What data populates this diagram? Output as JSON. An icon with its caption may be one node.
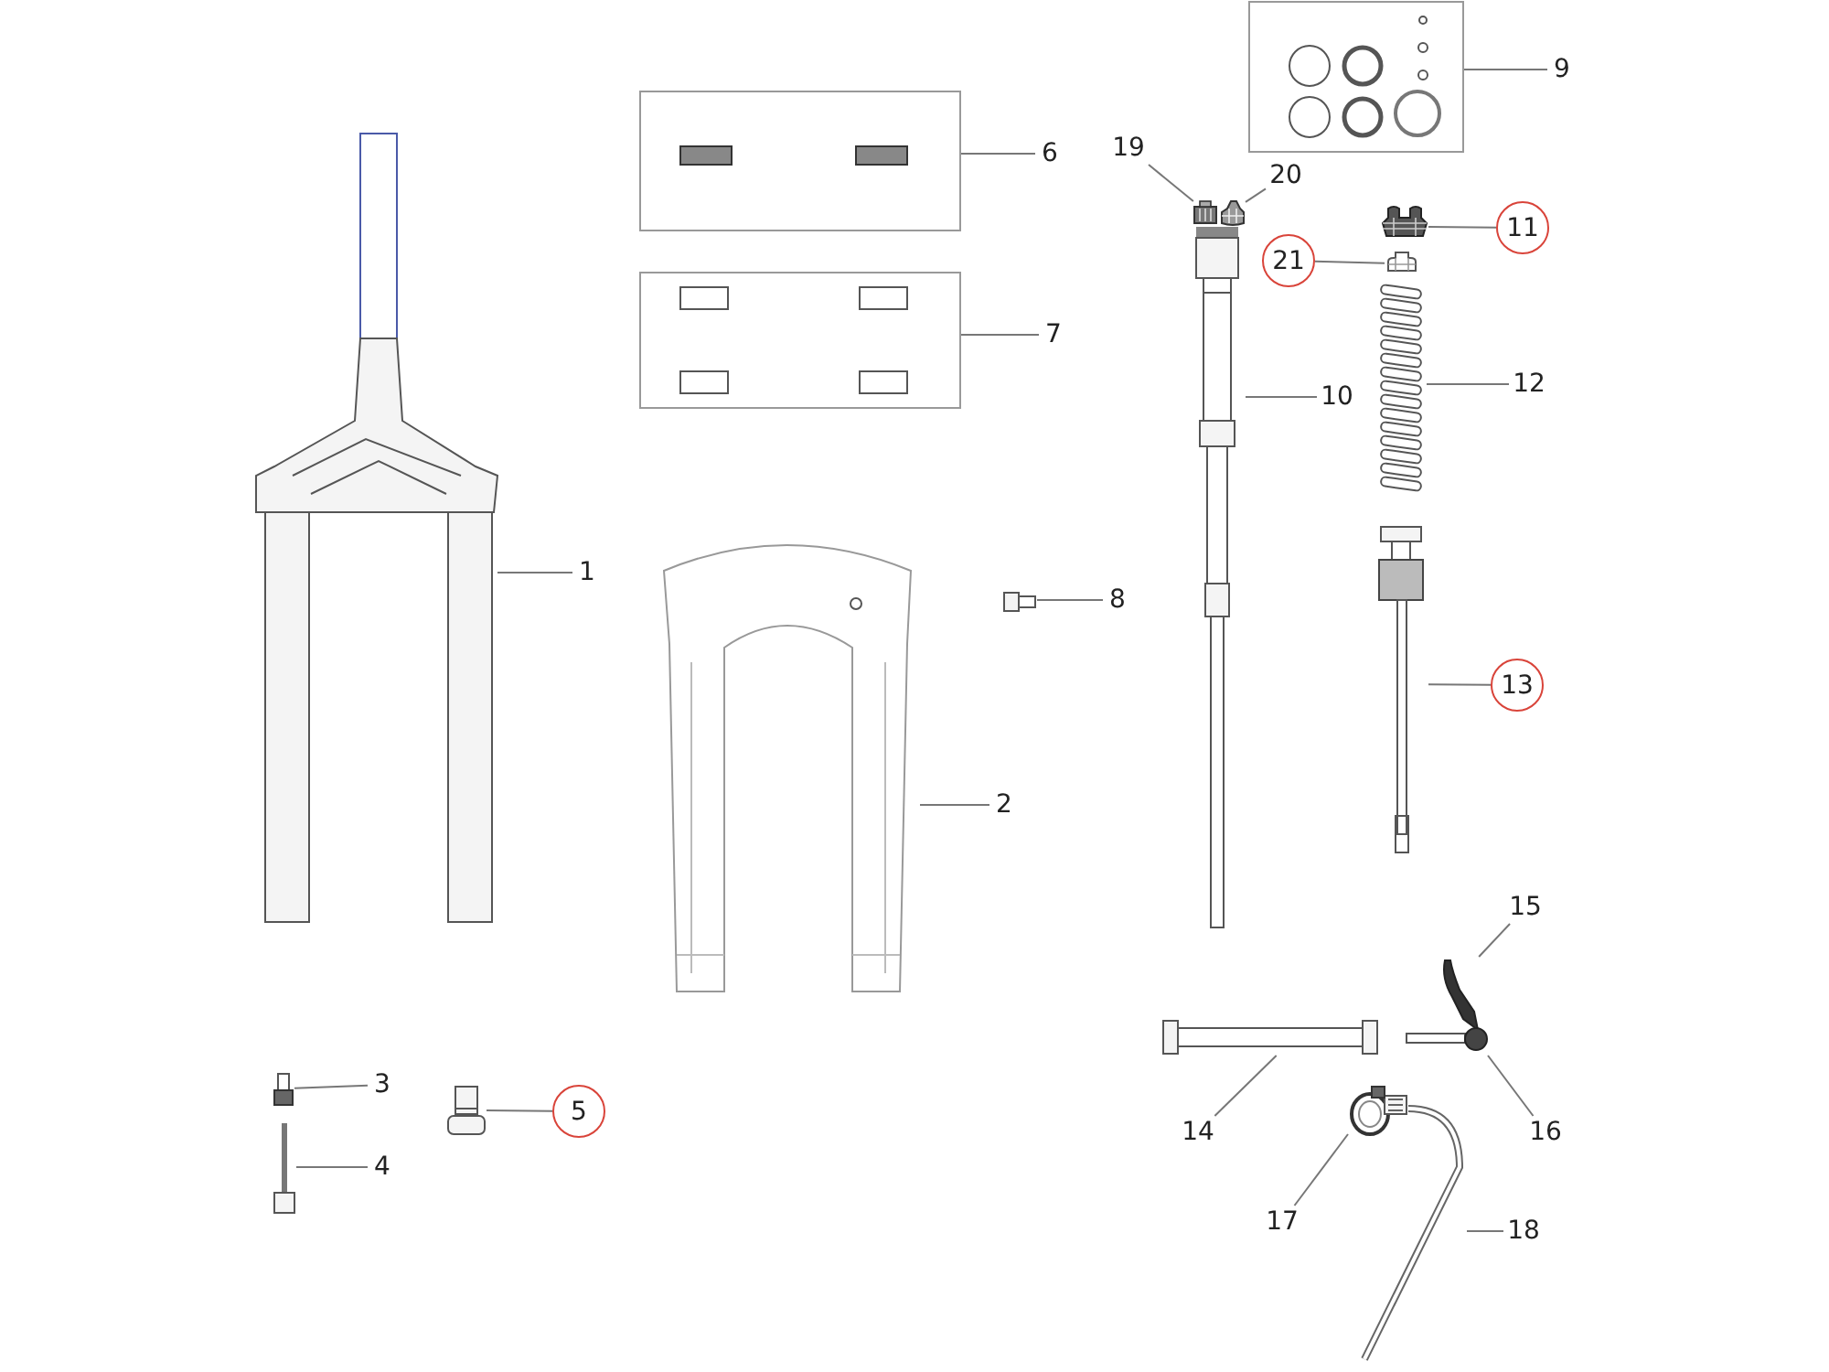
{
  "diagram": {
    "nodes": [
      {
        "text": [
          "1"
        ]
      },
      {
        "text": [
          "2"
        ]
      },
      {
        "text": [
          "3"
        ]
      },
      {
        "text": [
          "4"
        ]
      },
      {
        "text": [
          "5"
        ]
      },
      {
        "text": [
          "6"
        ]
      },
      {
        "text": [
          "7"
        ]
      },
      {
        "text": [
          "8"
        ]
      },
      {
        "text": [
          "9"
        ]
      },
      {
        "text": [
          "10"
        ]
      },
      {
        "text": [
          "11"
        ]
      },
      {
        "text": [
          "12"
        ]
      },
      {
        "text": [
          "13"
        ]
      },
      {
        "text": [
          "14"
        ]
      },
      {
        "text": [
          "15"
        ]
      },
      {
        "text": [
          "16"
        ]
      },
      {
        "text": [
          "17"
        ]
      },
      {
        "text": [
          "18"
        ]
      },
      {
        "text": [
          "19"
        ]
      },
      {
        "text": [
          "20"
        ]
      },
      {
        "text": [
          "21"
        ]
      },
      {
        "text": [],
        "shape": "picture"
      },
      {
        "text": [],
        "shape": "picture"
      },
      {
        "text": [],
        "shape": "picture"
      },
      {
        "text": [],
        "shape": "picture"
      },
      {
        "text": [],
        "shape": "picture"
      },
      {
        "text": [],
        "shape": "picture"
      },
      {
        "text": [],
        "shape": "picture"
      },
      {
        "text": [],
        "shape": "picture"
      },
      {
        "text": [],
        "shape": "picture"
      },
      {
        "text": [],
        "shape": "picture"
      },
      {
        "text": [],
        "shape": "picture"
      },
      {
        "text": [],
        "shape": "picture"
      },
      {
        "text": [],
        "shape": "picture"
      },
      {
        "text": [],
        "shape": "picture"
      },
      {
        "text": [],
        "shape": "picture"
      },
      {
        "text": [],
        "shape": "picture"
      },
      {
        "text": [],
        "shape": "picture"
      },
      {
        "text": [],
        "shape": "picture"
      },
      {
        "text": [],
        "shape": "picture"
      },
      {
        "text": [],
        "shape": "picture"
      },
      {
        "text": [],
        "shape": "picture"
      }
    ],
    "edges": [
      {
        "from": 0,
        "to": 21,
        "arrow": "none"
      },
      {
        "from": 1,
        "to": 22,
        "arrow": "none"
      },
      {
        "from": 2,
        "to": 23,
        "arrow": "none"
      },
      {
        "from": 3,
        "to": 24,
        "arrow": "none"
      },
      {
        "from": 4,
        "to": 25,
        "arrow": "none"
      },
      {
        "from": 5,
        "to": 26,
        "arrow": "none"
      },
      {
        "from": 6,
        "to": 27,
        "arrow": "none"
      },
      {
        "from": 7,
        "to": 28,
        "arrow": "none"
      },
      {
        "from": 8,
        "to": 29,
        "arrow": "none"
      },
      {
        "from": 9,
        "to": 30,
        "arrow": "none"
      },
      {
        "from": 10,
        "to": 31,
        "arrow": "none"
      },
      {
        "from": 11,
        "to": 32,
        "arrow": "none"
      },
      {
        "from": 12,
        "to": 33,
        "arrow": "none"
      },
      {
        "from": 13,
        "to": 34,
        "arrow": "none"
      },
      {
        "from": 14,
        "to": 35,
        "arrow": "none"
      },
      {
        "from": 15,
        "to": 36,
        "arrow": "none"
      },
      {
        "from": 16,
        "to": 37,
        "arrow": "none"
      },
      {
        "from": 17,
        "to": 38,
        "arrow": "none"
      },
      {
        "from": 18,
        "to": 39,
        "arrow": "none"
      },
      {
        "from": 19,
        "to": 40,
        "arrow": "none"
      },
      {
        "from": 20,
        "to": 41,
        "arrow": "none"
      }
    ]
  }
}
